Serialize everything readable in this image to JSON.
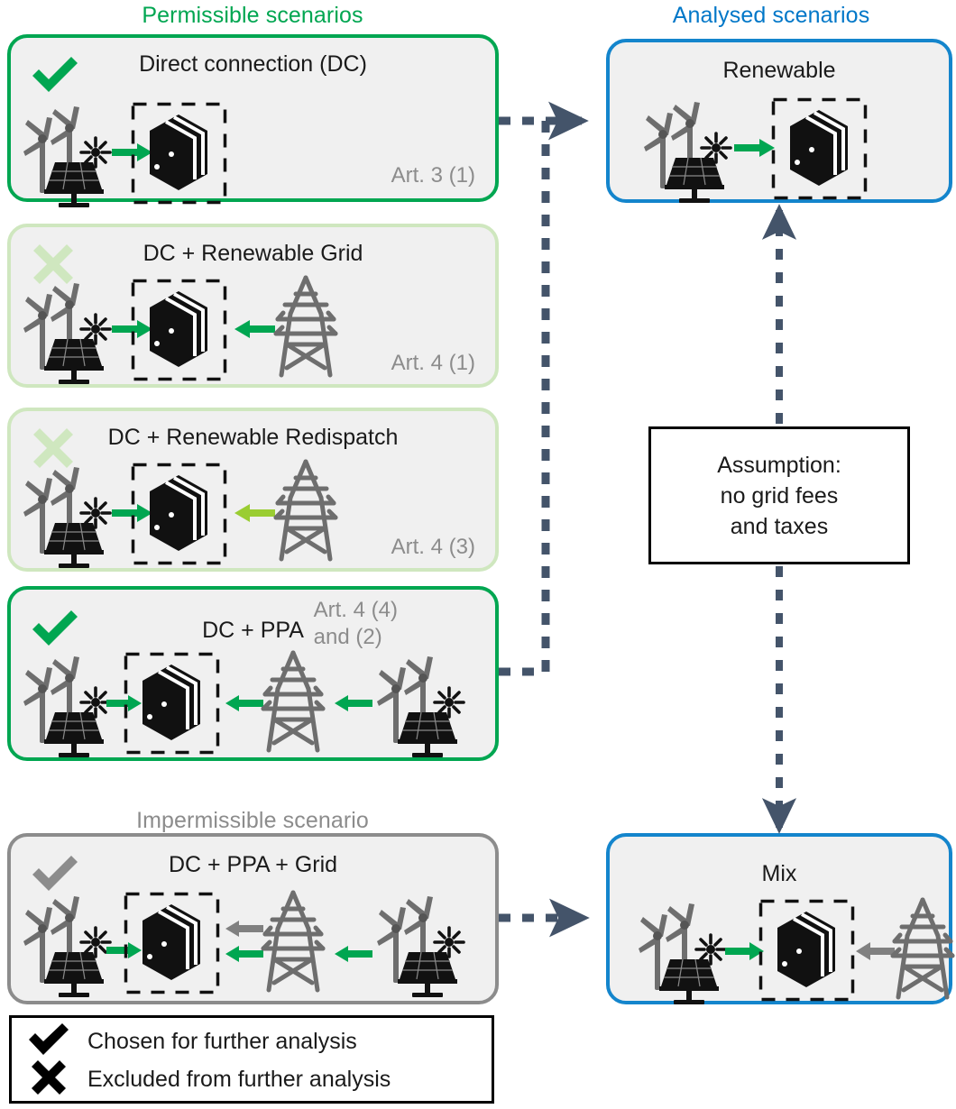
{
  "headings": {
    "permissible": "Permissible scenarios",
    "analysed": "Analysed scenarios",
    "impermissible": "Impermissible scenario"
  },
  "colors": {
    "permissible_green": "#00A651",
    "pale_green": "#cfe7bf",
    "analysed_blue": "#1485CC",
    "heading_blue": "#0077C8",
    "grey": "#8c8c8c",
    "card_fill": "#F0F0F0",
    "arrow_green": "#00A651",
    "arrow_olive": "#9ACD32",
    "arrow_grey": "#808080",
    "connector_slate": "#44546A"
  },
  "permissible_cards": [
    {
      "id": "direct-connection",
      "title": "Direct connection (DC)",
      "article": "Art. 3 (1)",
      "mark": "check",
      "mark_state": "chosen",
      "border": "green",
      "sources": [
        "renewable"
      ],
      "arrows": [
        "green-right"
      ]
    },
    {
      "id": "dc-renewable-grid",
      "title": "DC + Renewable Grid",
      "article": "Art. 4 (1)",
      "mark": "cross",
      "mark_state": "excluded",
      "border": "palegreen",
      "sources": [
        "renewable",
        "pylon"
      ],
      "arrows": [
        "green-right",
        "green-left"
      ]
    },
    {
      "id": "dc-renewable-redispatch",
      "title": "DC + Renewable Redispatch",
      "article": "Art. 4 (3)",
      "mark": "cross",
      "mark_state": "excluded",
      "border": "palegreen",
      "sources": [
        "renewable",
        "pylon"
      ],
      "arrows": [
        "green-right",
        "olive-left"
      ]
    },
    {
      "id": "dc-ppa",
      "title": "DC + PPA",
      "article": "Art. 4 (4)\nand (2)",
      "mark": "check",
      "mark_state": "chosen",
      "border": "green",
      "sources": [
        "renewable",
        "pylon",
        "renewable"
      ],
      "arrows": [
        "green-right",
        "green-left",
        "green-left"
      ]
    }
  ],
  "impermissible_card": {
    "id": "dc-ppa-grid",
    "title": "DC + PPA + Grid",
    "article": "",
    "mark": "check",
    "mark_state": "greyed",
    "border": "grey",
    "sources": [
      "renewable",
      "pylon",
      "renewable"
    ],
    "arrows": [
      "green-right",
      "grey-left",
      "green-left",
      "green-left"
    ]
  },
  "analysed_cards": [
    {
      "id": "renewable",
      "title": "Renewable",
      "border": "blue",
      "sources": [
        "renewable"
      ],
      "arrows": [
        "green-right"
      ]
    },
    {
      "id": "mix",
      "title": "Mix",
      "border": "blue",
      "sources": [
        "renewable",
        "pylon"
      ],
      "arrows": [
        "green-right",
        "grey-left"
      ]
    }
  ],
  "assumption": {
    "text": "Assumption:\nno grid fees\nand taxes"
  },
  "legend": {
    "rows": [
      {
        "icon": "check-icon",
        "label": "Chosen for further analysis"
      },
      {
        "icon": "cross-icon",
        "label": "Excluded from further analysis"
      }
    ]
  },
  "connectors": [
    {
      "from": "direct-connection",
      "to": "renewable",
      "style": "dashed",
      "color": "#44546A"
    },
    {
      "from": "dc-ppa",
      "to": "renewable",
      "style": "dashed",
      "color": "#44546A"
    },
    {
      "from": "dc-ppa-grid",
      "to": "mix",
      "style": "dashed",
      "color": "#44546A"
    },
    {
      "from": "assumption",
      "to": "renewable",
      "style": "dashed",
      "color": "#44546A"
    },
    {
      "from": "assumption",
      "to": "mix",
      "style": "dashed",
      "color": "#44546A"
    }
  ]
}
